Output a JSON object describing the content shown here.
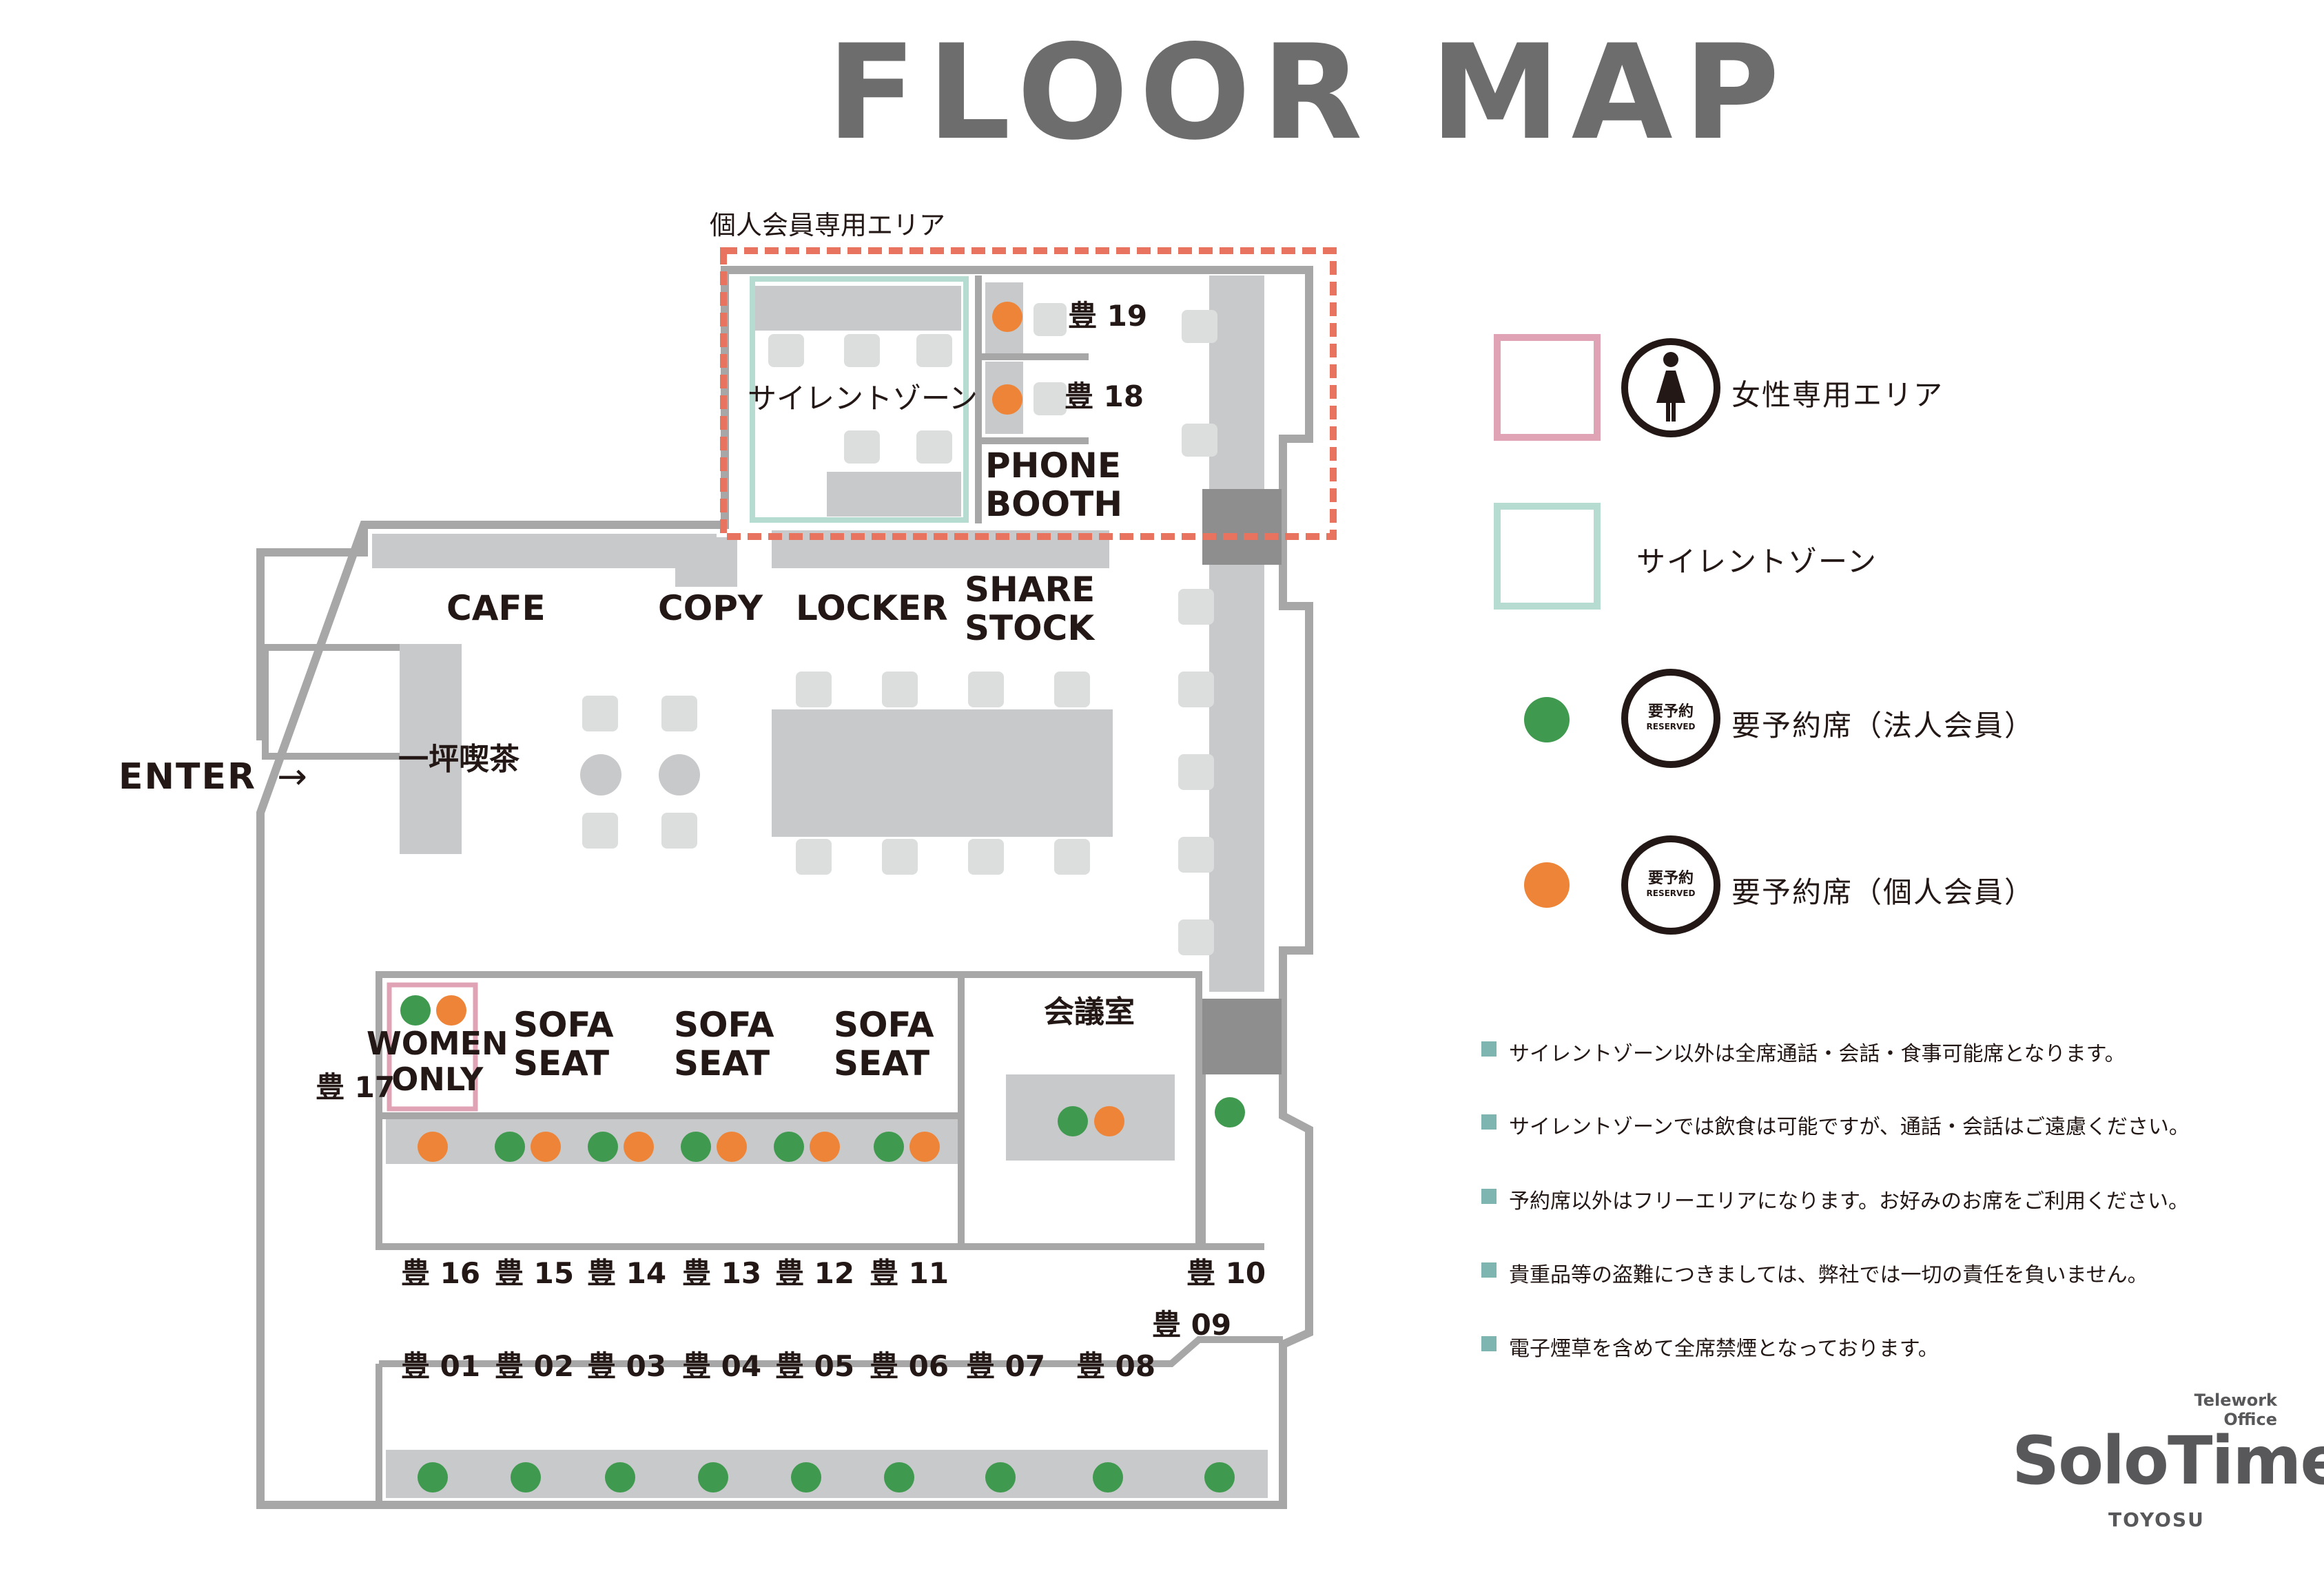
{
  "title": "FLOOR MAP",
  "area_label": "個人会員専用エリア",
  "enter_label": "ENTER",
  "enter_arrow": "→",
  "rooms": {
    "silent_zone": "サイレントゾーン",
    "phone_booth": "PHONE\nBOOTH",
    "cafe": "CAFE",
    "copy": "COPY",
    "locker": "LOCKER",
    "share_stock": "SHARE\nSTOCK",
    "hitotsubo": "一坪喫茶",
    "women_only": "WOMEN\nONLY",
    "sofa_seat": "SOFA\nSEAT",
    "meeting_room": "会議室"
  },
  "seats": [
    "豊 01",
    "豊 02",
    "豊 03",
    "豊 04",
    "豊 05",
    "豊 06",
    "豊 07",
    "豊 08",
    "豊 09",
    "豊 10",
    "豊 11",
    "豊 12",
    "豊 13",
    "豊 14",
    "豊 15",
    "豊 16",
    "豊 17",
    "豊 18",
    "豊 19"
  ],
  "legend": {
    "women_area": "女性専用エリア",
    "silent_zone": "サイレントゾーン",
    "reserved_corporate": "要予約席（法人会員）",
    "reserved_individual": "要予約席（個人会員）",
    "badge_jp": "要予約",
    "badge_en": "RESERVED"
  },
  "notes": [
    "サイレントゾーン以外は全席通話・会話・食事可能席となります。",
    "サイレントゾーンでは飲食は可能ですが、通話・会話はご遠慮ください。",
    "予約席以外はフリーエリアになります。お好みのお席をご利用ください。",
    "貴重品等の盗難につきましては、弊社では一切の責任を負いません。",
    "電子煙草を含めて全席禁煙となっております。"
  ],
  "brand": {
    "sub": "Telework\nOffice",
    "name": "SoloTime",
    "location": "TOYOSU"
  },
  "colors": {
    "wall": "#a7a7a7",
    "furniture": "#c8c9ca",
    "reserved_corporate": "#3f9a4f",
    "reserved_individual": "#ee8437",
    "women_area": "#e0a3b5",
    "silent_zone": "#b6dcd2",
    "individual_area": "#e8735e",
    "note_mark": "#7fb5b1"
  }
}
